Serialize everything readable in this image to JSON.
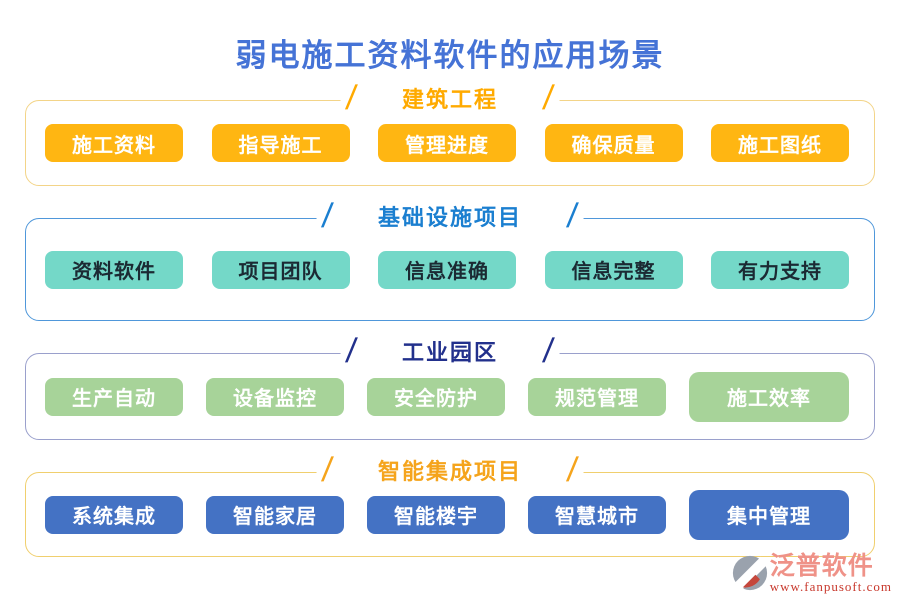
{
  "page": {
    "title": "弱电施工资料软件的应用场景",
    "title_color": "#4573d6"
  },
  "decorations": {
    "slash": "/"
  },
  "sections": [
    {
      "title": "建筑工程",
      "accent_color": "#ffaa00",
      "border_color": "#f3d488",
      "button_bg": "#ffb612",
      "button_text_color": "#ffffff",
      "buttons": [
        "施工资料",
        "指导施工",
        "管理进度",
        "确保质量",
        "施工图纸"
      ]
    },
    {
      "title": "基础设施项目",
      "accent_color": "#1b7fd0",
      "border_color": "#4f97da",
      "button_bg": "#74d8c8",
      "button_text_color": "#1b2a33",
      "buttons": [
        "资料软件",
        "项目团队",
        "信息准确",
        "信息完整",
        "有力支持"
      ]
    },
    {
      "title": "工业园区",
      "accent_color": "#22308c",
      "border_color": "#9aa0cc",
      "button_bg": "#a7d399",
      "button_text_color": "#ffffff",
      "buttons": [
        "生产自动",
        "设备监控",
        "安全防护",
        "规范管理",
        "施工效率"
      ]
    },
    {
      "title": "智能集成项目",
      "accent_color": "#f5a41c",
      "border_color": "#f0cf6e",
      "button_bg": "#4472c4",
      "button_text_color": "#ffffff",
      "buttons": [
        "系统集成",
        "智能家居",
        "智能楼宇",
        "智慧城市",
        "集中管理"
      ]
    }
  ],
  "branding": {
    "logo_text": "泛普软件",
    "website": "www.fanpusoft.com",
    "logo_text_color": "#ef9288",
    "url_color": "#c8382c"
  }
}
